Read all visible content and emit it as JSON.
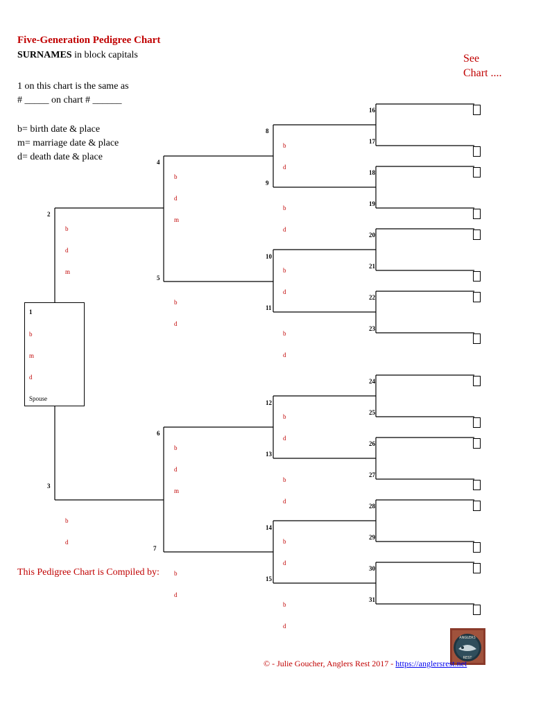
{
  "header": {
    "title": "Five-Generation Pedigree Chart",
    "surnames_bold": "SURNAMES",
    "surnames_rest": " in block capitals",
    "same_as_line1": "1 on this chart is the same as",
    "same_as_line2": "# _____ on chart # ______",
    "legend_b": "b= birth date & place",
    "legend_m": "m= marriage date & place",
    "legend_d": "d= death date & place"
  },
  "see_chart": {
    "line1": "See",
    "line2": "Chart ...."
  },
  "person1": {
    "num": "1",
    "b": "b",
    "m": "m",
    "d": "d",
    "spouse": "Spouse"
  },
  "labels": {
    "n2": "2",
    "n3": "3",
    "n4": "4",
    "n5": "5",
    "n6": "6",
    "n7": "7",
    "n8": "8",
    "n9": "9",
    "n10": "10",
    "n11": "11",
    "n12": "12",
    "n13": "13",
    "n14": "14",
    "n15": "15",
    "n16": "16",
    "n17": "17",
    "n18": "18",
    "n19": "19",
    "n20": "20",
    "n21": "21",
    "n22": "22",
    "n23": "23",
    "n24": "24",
    "n25": "25",
    "n26": "26",
    "n27": "27",
    "n28": "28",
    "n29": "29",
    "n30": "30",
    "n31": "31",
    "b": "b",
    "m": "m",
    "d": "d"
  },
  "compiled_by": "This Pedigree Chart is Compiled by:",
  "footer": {
    "text": "© - Julie Goucher, Anglers Rest 2017 - ",
    "link": "https://anglersrest.net"
  },
  "logo": {
    "line1": "ANGLERS",
    "line2": "REST"
  },
  "colors": {
    "accent": "#c00000",
    "link": "#0000ee"
  }
}
